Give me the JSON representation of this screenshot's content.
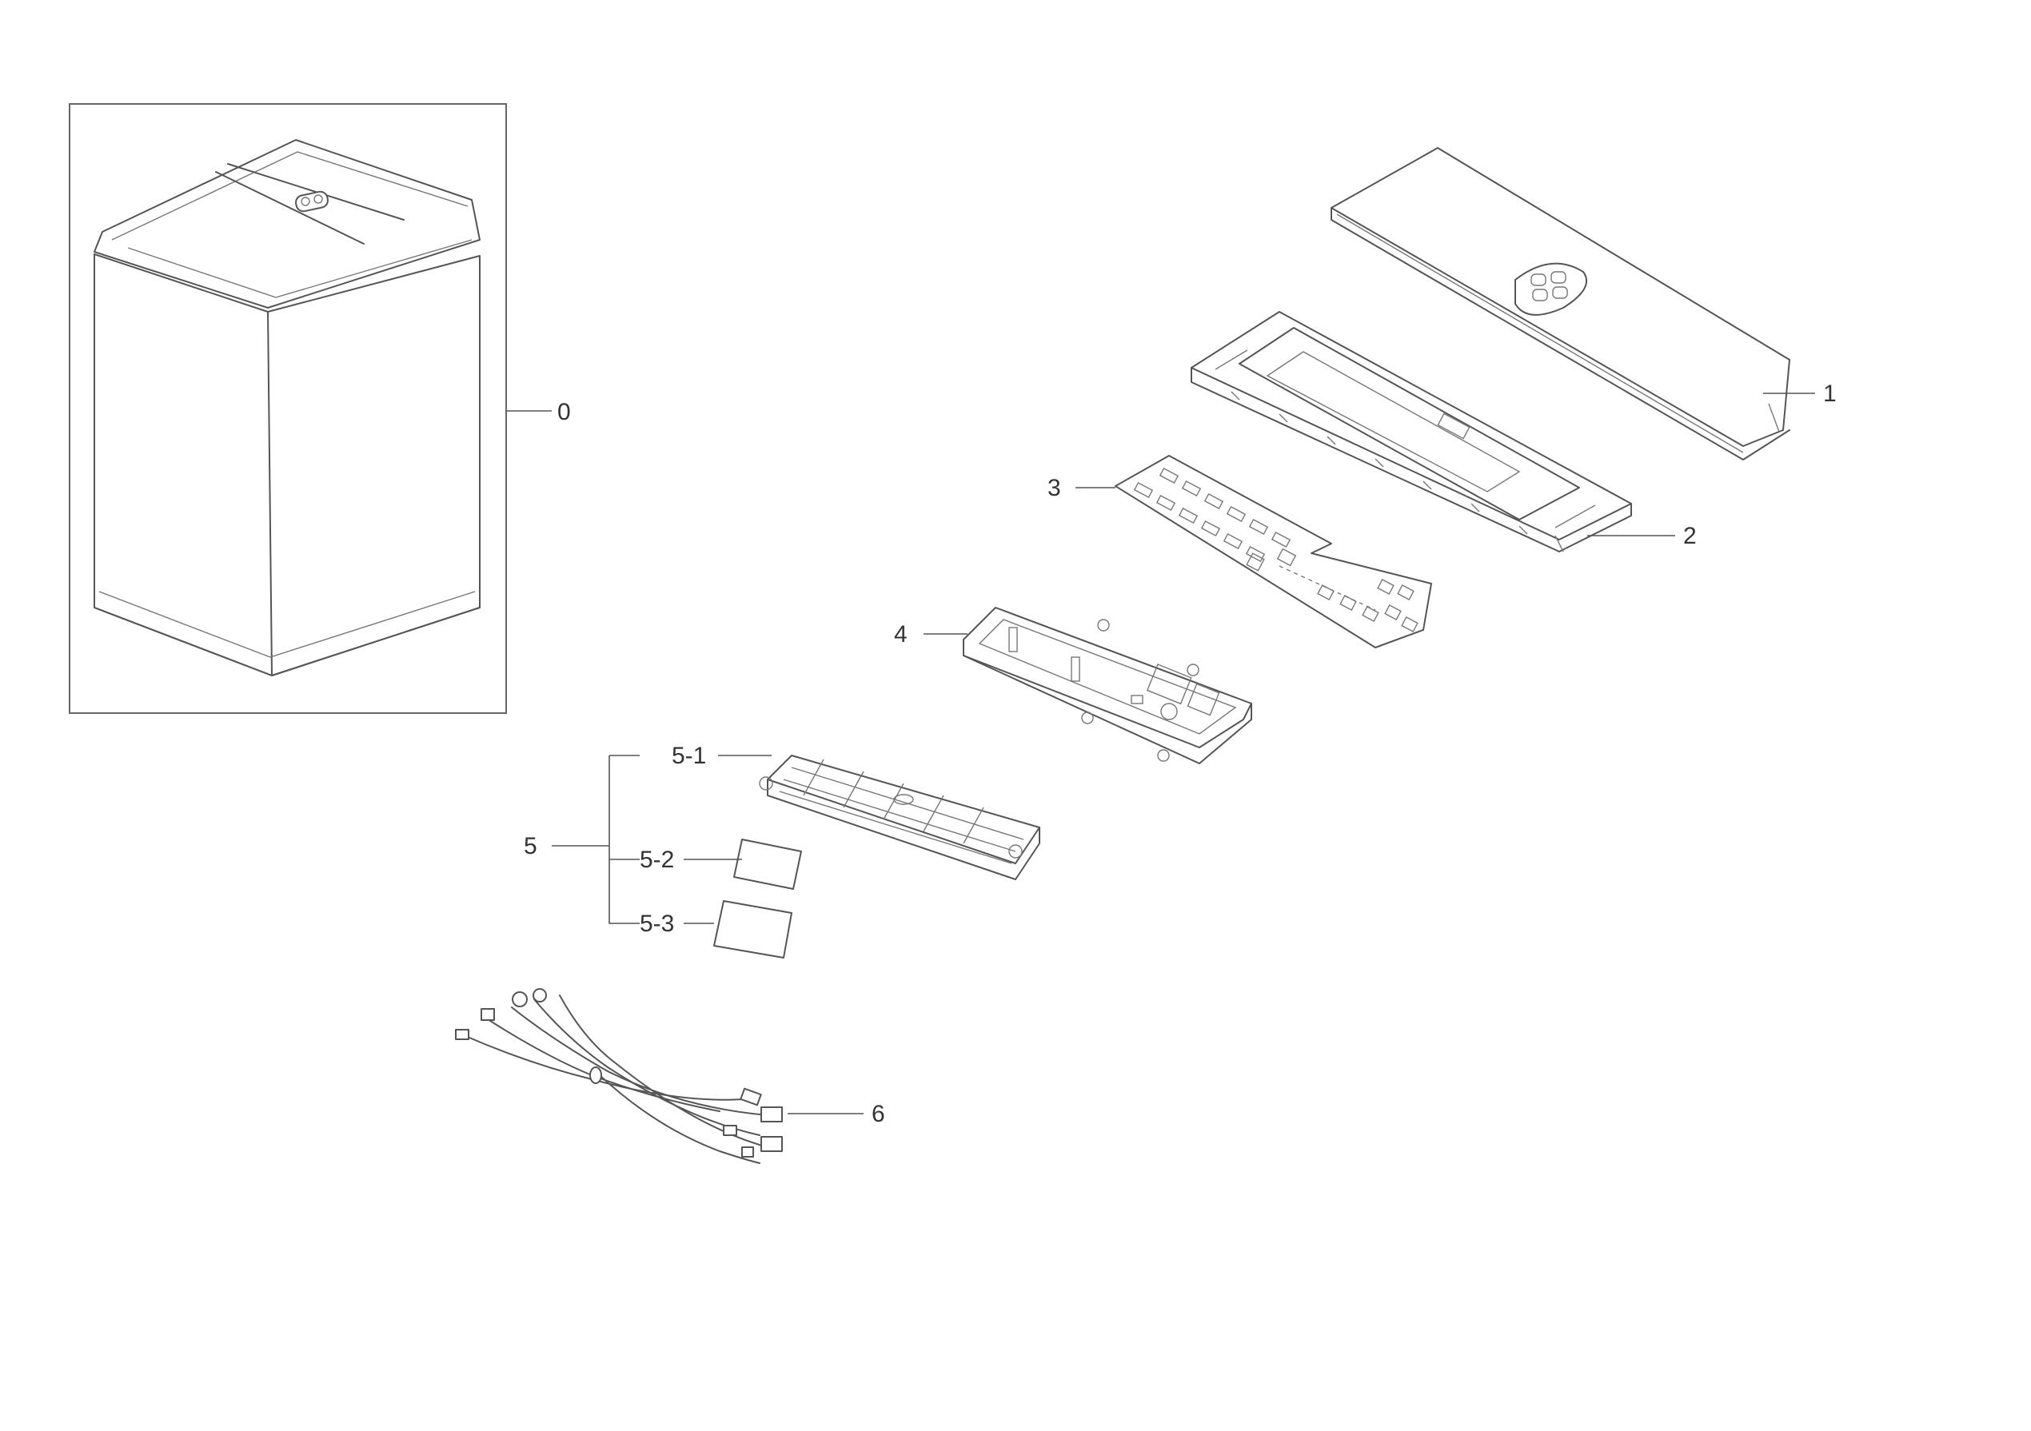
{
  "callouts": {
    "c0": "0",
    "c1": "1",
    "c2": "2",
    "c3": "3",
    "c4": "4",
    "c5": "5",
    "c5_1": "5-1",
    "c5_2": "5-2",
    "c5_3": "5-3",
    "c6": "6"
  },
  "colors": {
    "line": "#555555",
    "background": "#ffffff"
  }
}
